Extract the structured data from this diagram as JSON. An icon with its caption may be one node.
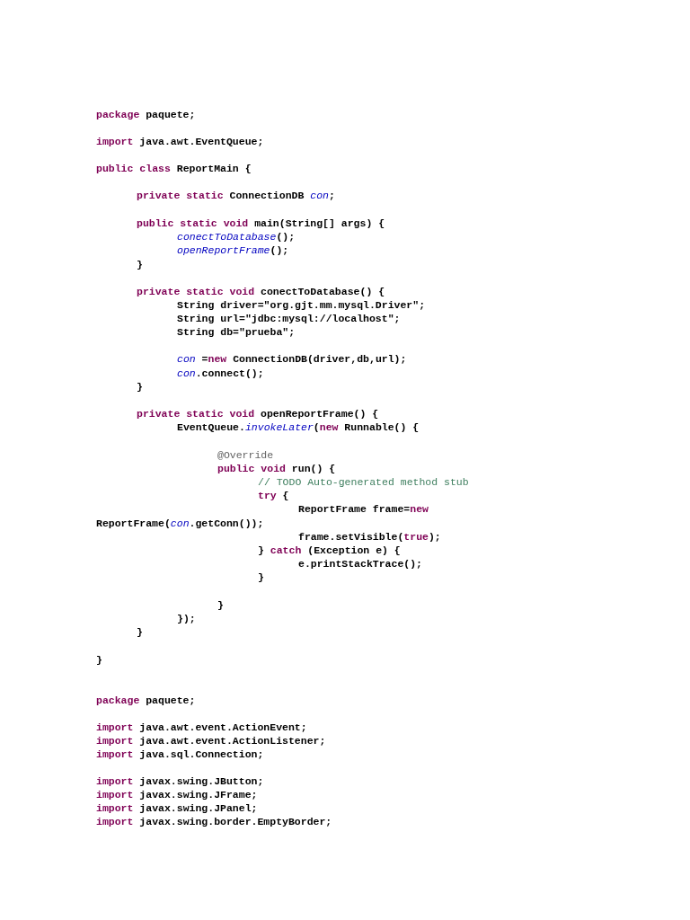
{
  "diagram": {
    "labels": [
      "**package** paquete;",
      "**import** java.awt.EventQueue;",
      "**public** **class** ReportMain {",
      "**private** **static** ConnectionDB *con*;",
      "**public** **static** **void** main(String[] args) {",
      "*conectToDatabase*();",
      "*openReportFrame*();",
      "}",
      "**private** **static** **void** conectToDatabase() {",
      "String driver=\"org.gjt.mm.mysql.Driver\";",
      "String url=\"jdbc:mysql://localhost\";",
      "String db=\"prueba\";",
      "*con* =**new** ConnectionDB(driver,db,url);",
      "*con*.connect();",
      "}",
      "**private** **static** **void** openReportFrame() {",
      "EventQueue.*invokeLater*(**new** Runnable() {",
      "@Override",
      "**public** **void** run() {",
      "// TODO Auto-generated method stub",
      "**try** {",
      "ReportFrame frame=**new**",
      "ReportFrame(*con*.getConn());",
      "frame.setVisible(**true**);",
      "} **catch** (Exception e) {",
      "e.printStackTrace();",
      "}",
      "}",
      "});",
      "}",
      "}",
      "**package** paquete;",
      "**import** java.awt.event.ActionEvent;",
      "**import** java.awt.event.ActionListener;",
      "**import** java.sql.Connection;",
      "**import** javax.swing.JButton;",
      "**import** javax.swing.JFrame;",
      "**import** javax.swing.JPanel;",
      "**import** javax.swing.border.EmptyBorder;"
    ]
  }
}
